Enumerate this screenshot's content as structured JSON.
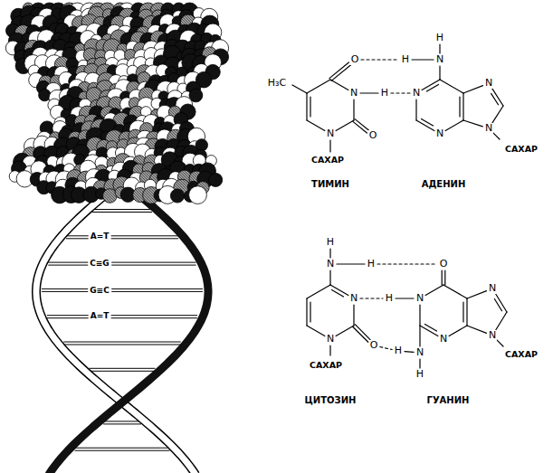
{
  "diagram": {
    "labels": [
      "H₃C",
      "O",
      "H",
      "H",
      "N",
      "N",
      "N",
      "H",
      "N",
      "N",
      "N",
      "N",
      "O",
      "САХАР",
      "САХАР",
      "ТИМИН",
      "АДЕНИН",
      "A=T",
      "C≡G",
      "G≡C",
      "A=T",
      "H",
      "N",
      "H",
      "O",
      "N",
      "N",
      "H",
      "N",
      "N",
      "N",
      "N",
      "O",
      "H",
      "N",
      "САХАР",
      "САХАР",
      "H",
      "ЦИТОЗИН",
      "ГУАНИН"
    ]
  }
}
